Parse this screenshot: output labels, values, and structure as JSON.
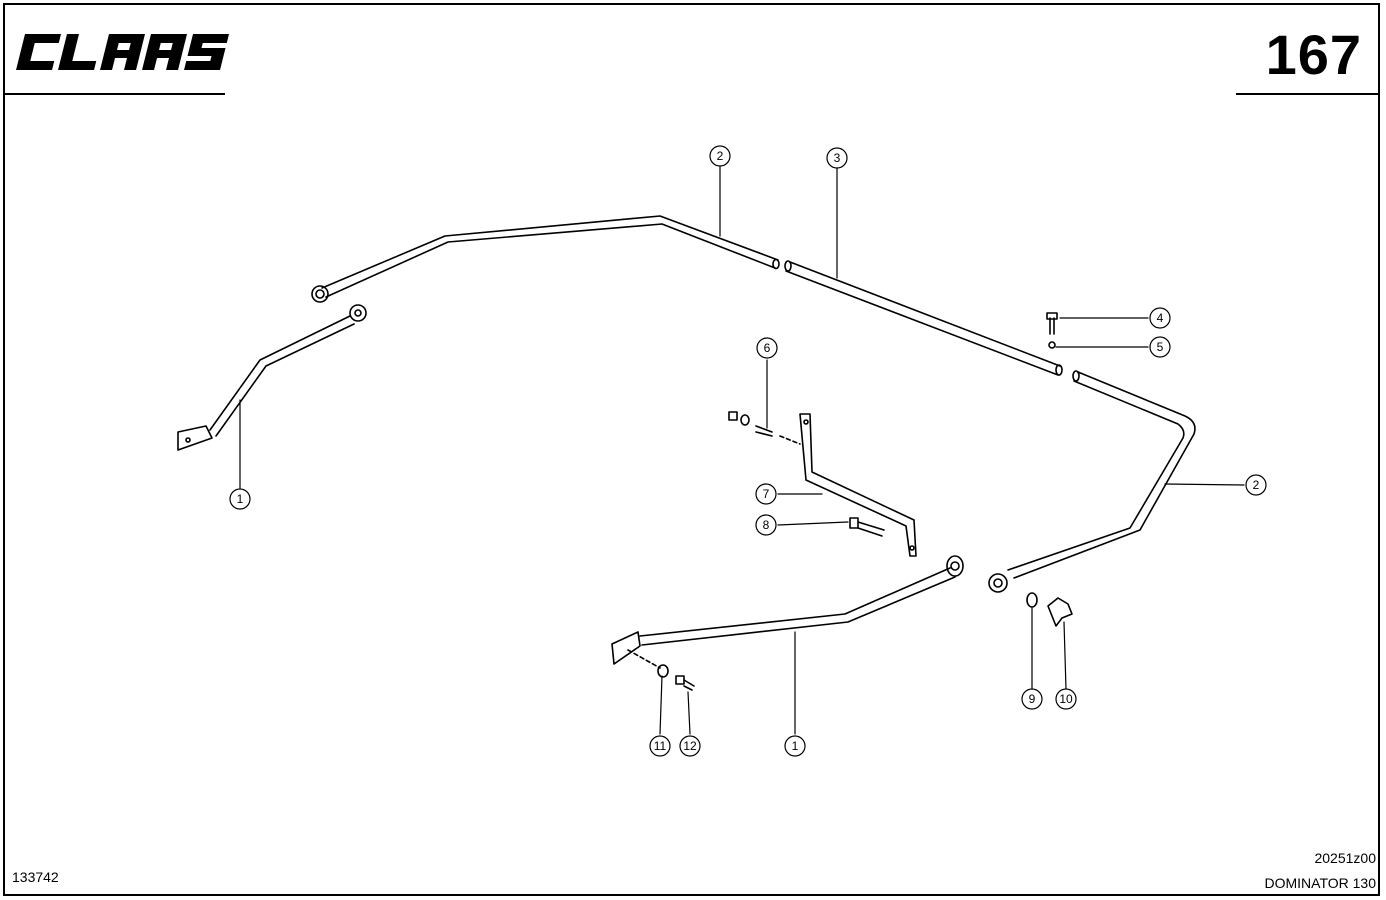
{
  "header": {
    "brand": "CLAAS",
    "page_number": "167"
  },
  "footer": {
    "drawing_id": "133742",
    "doc_code": "20251z00",
    "model": "DOMINATOR 130"
  },
  "callouts": [
    {
      "id": "c2a",
      "label": "2"
    },
    {
      "id": "c3",
      "label": "3"
    },
    {
      "id": "c4",
      "label": "4"
    },
    {
      "id": "c5",
      "label": "5"
    },
    {
      "id": "c6",
      "label": "6"
    },
    {
      "id": "c7",
      "label": "7"
    },
    {
      "id": "c8",
      "label": "8"
    },
    {
      "id": "c2b",
      "label": "2"
    },
    {
      "id": "c1a",
      "label": "1"
    },
    {
      "id": "c9",
      "label": "9"
    },
    {
      "id": "c10",
      "label": "10"
    },
    {
      "id": "c11",
      "label": "11"
    },
    {
      "id": "c12",
      "label": "12"
    },
    {
      "id": "c1b",
      "label": "1"
    }
  ]
}
